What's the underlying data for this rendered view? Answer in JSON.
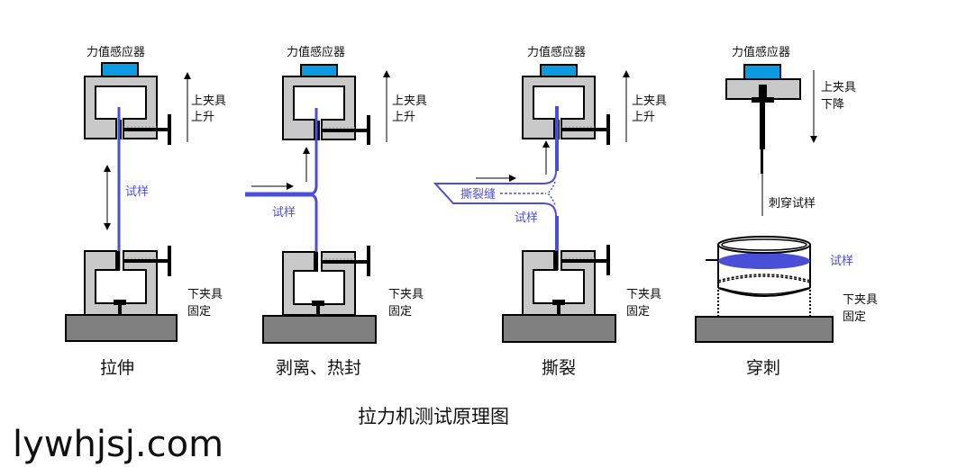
{
  "colors": {
    "sensor": "#0a9be0",
    "clamp_fill": "#c8c8c8",
    "base_fill": "#808080",
    "specimen": "#4a4fd8",
    "outline": "#000000"
  },
  "panels": [
    {
      "id": "tensile",
      "sensor_label": "力值感应器",
      "upper_label": [
        "上夹具",
        "上升"
      ],
      "lower_label": [
        "下夹具",
        "固定"
      ],
      "specimen_label": "试样",
      "caption": "拉伸"
    },
    {
      "id": "peel",
      "sensor_label": "力值感应器",
      "upper_label": [
        "上夹具",
        "上升"
      ],
      "lower_label": [
        "下夹具",
        "固定"
      ],
      "specimen_label": "试样",
      "caption": "剥离、热封"
    },
    {
      "id": "tear",
      "sensor_label": "力值感应器",
      "upper_label": [
        "上夹具",
        "上升"
      ],
      "lower_label": [
        "下夹具",
        "固定"
      ],
      "specimen_label": "试样",
      "tear_label": "撕裂缝",
      "caption": "撕裂"
    },
    {
      "id": "puncture",
      "sensor_label": "力值感应器",
      "upper_label": [
        "上夹具",
        "下降"
      ],
      "lower_label": [
        "下夹具",
        "固定"
      ],
      "probe_label": "刺穿试样",
      "specimen_label": "试样",
      "caption": "穿刺"
    }
  ],
  "title": "拉力机测试原理图",
  "watermark": "lywhjsj.com"
}
